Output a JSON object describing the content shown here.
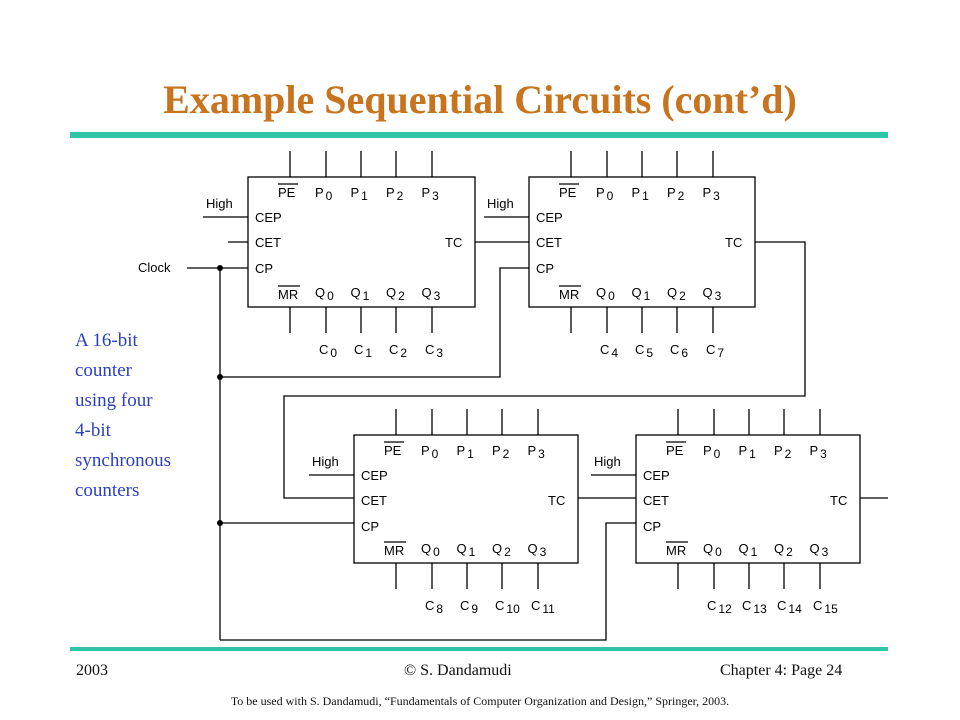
{
  "slide": {
    "title": "Example Sequential Circuits (cont’d)",
    "caption": [
      "A 16-bit",
      "counter",
      "using four",
      "4-bit",
      "synchronous",
      "counters"
    ]
  },
  "footer": {
    "year": "2003",
    "author": "© S. Dandamudi",
    "page": "Chapter 4: Page 24",
    "note": "To be used with S. Dandamudi, “Fundamentals of Computer Organization and Design,” Springer, 2003."
  },
  "diagram": {
    "labels": {
      "high": "High",
      "clock": "Clock",
      "pe": "PE",
      "mr": "MR",
      "cep": "CEP",
      "cet": "CET",
      "cp": "CP",
      "tc": "TC"
    },
    "pin_letters": {
      "p": "P",
      "q": "Q",
      "c": "C"
    },
    "pin_indices": [
      "0",
      "1",
      "2",
      "3"
    ],
    "counters": [
      {
        "outputs": [
          "0",
          "1",
          "2",
          "3"
        ]
      },
      {
        "outputs": [
          "4",
          "5",
          "6",
          "7"
        ]
      },
      {
        "outputs": [
          "8",
          "9",
          "10",
          "11"
        ]
      },
      {
        "outputs": [
          "12",
          "13",
          "14",
          "15"
        ]
      }
    ]
  }
}
